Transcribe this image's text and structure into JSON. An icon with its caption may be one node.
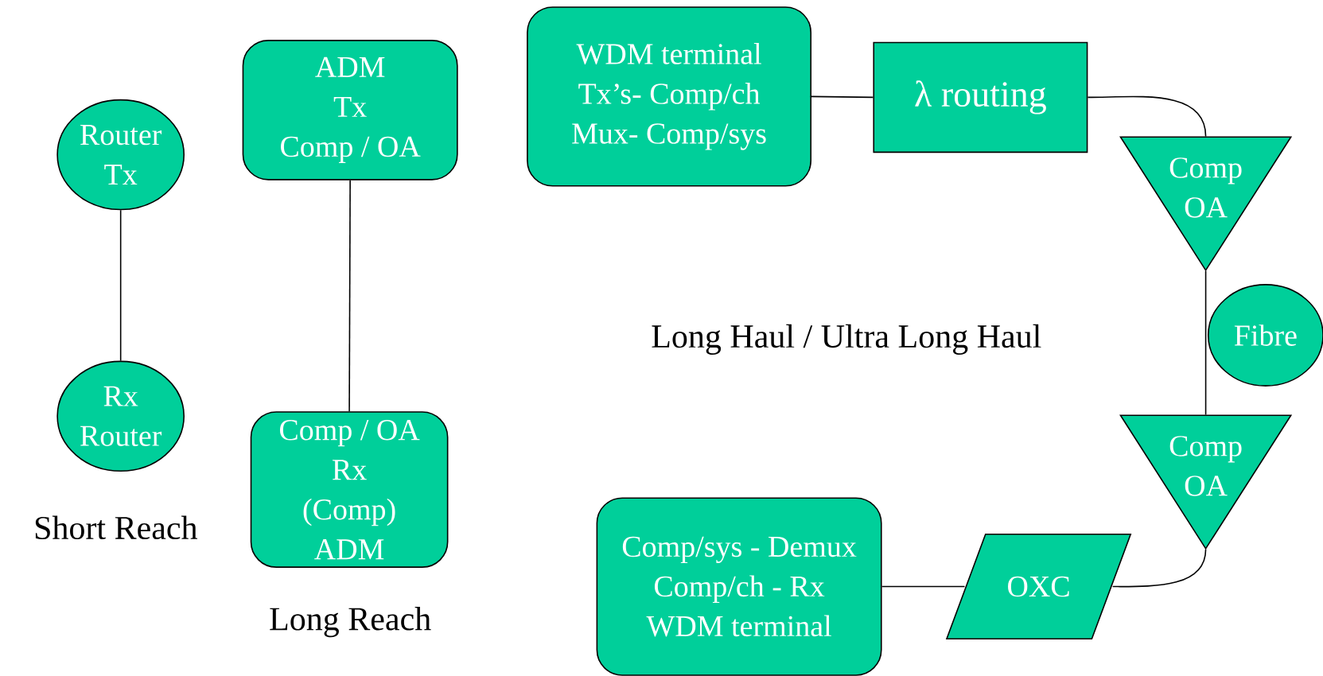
{
  "diagram": {
    "nodes": [
      {
        "text": [
          "Router",
          "Tx"
        ]
      },
      {
        "text": [
          "Rx",
          "Router"
        ]
      },
      {
        "text": [
          "ADM",
          "Tx",
          "Comp / OA"
        ]
      },
      {
        "text": [
          "Comp / OA",
          "Rx",
          "(Comp)",
          "ADM"
        ]
      },
      {
        "text": [
          "WDM terminal",
          "Tx’s- Comp/ch",
          "Mux- Comp/sys"
        ]
      },
      {
        "text": [
          "λ routing"
        ]
      },
      {
        "text": [
          "Comp",
          "OA"
        ]
      },
      {
        "text": [
          "Fibre"
        ]
      },
      {
        "text": [
          "Comp",
          "OA"
        ]
      },
      {
        "text": [
          "OXC"
        ]
      },
      {
        "text": [
          "Comp/sys - Demux",
          "Comp/ch - Rx",
          "WDM terminal"
        ]
      }
    ],
    "edges": [
      {
        "from": 0,
        "to": 1,
        "arrow": "none"
      },
      {
        "from": 2,
        "to": 3,
        "arrow": "none"
      },
      {
        "from": 4,
        "to": 5,
        "arrow": "none"
      },
      {
        "from": 5,
        "to": 6,
        "arrow": "none"
      },
      {
        "from": 6,
        "to": 8,
        "arrow": "none"
      },
      {
        "from": 8,
        "to": 9,
        "arrow": "none"
      },
      {
        "from": 9,
        "to": 10,
        "arrow": "none"
      }
    ],
    "labels": [
      "Long Haul / Ultra Long Haul",
      "Short Reach",
      "Long Reach"
    ]
  }
}
